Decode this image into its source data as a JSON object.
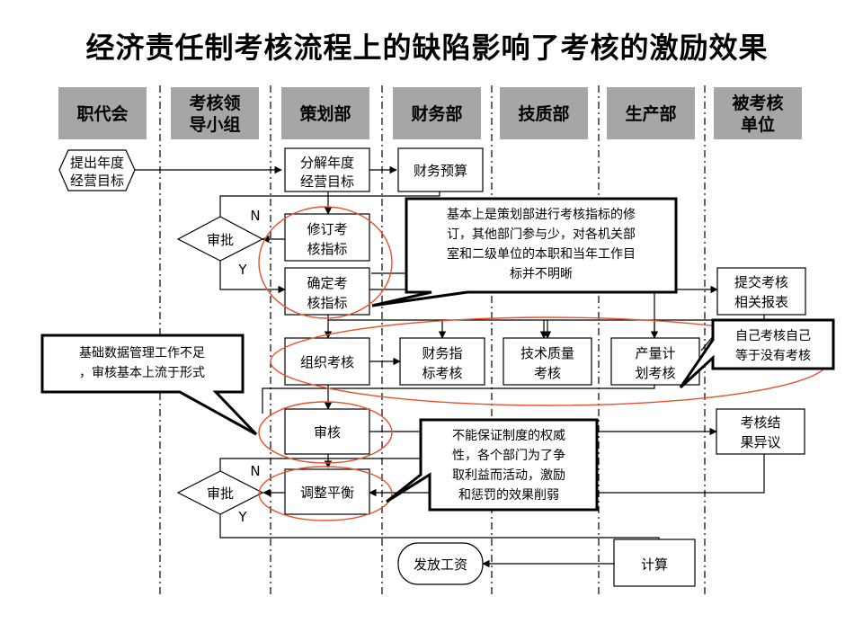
{
  "title": "经济责任制考核流程上的缺陷影响了考核的激励效果",
  "columns": [
    {
      "line1": "职代会",
      "line2": ""
    },
    {
      "line1": "考核领",
      "line2": "导小组"
    },
    {
      "line1": "策划部",
      "line2": ""
    },
    {
      "line1": "财务部",
      "line2": ""
    },
    {
      "line1": "技质部",
      "line2": ""
    },
    {
      "line1": "生产部",
      "line2": ""
    },
    {
      "line1": "被考核",
      "line2": "单位"
    }
  ],
  "nodes": {
    "propose": [
      "提出年度",
      "经营目标"
    ],
    "decompose": [
      "分解年度",
      "经营目标"
    ],
    "budget": [
      "财务预算"
    ],
    "revise": [
      "修订考",
      "核指标"
    ],
    "confirm": [
      "确定考",
      "核指标"
    ],
    "approve1": [
      "审批"
    ],
    "submit": [
      "提交考核",
      "相关报表"
    ],
    "organize": [
      "组织考核"
    ],
    "finance_assess": [
      "财务指",
      "标考核"
    ],
    "tech_assess": [
      "技术质量",
      "考核"
    ],
    "prod_assess": [
      "产量计",
      "划考核"
    ],
    "review": [
      "审核"
    ],
    "objection": [
      "考核结",
      "果异议"
    ],
    "adjust": [
      "调整平衡"
    ],
    "approve2": [
      "审批"
    ],
    "pay": [
      "发放工资"
    ],
    "calc": [
      "计算"
    ]
  },
  "decision_labels": {
    "no": "N",
    "yes": "Y"
  },
  "callouts": {
    "c1": [
      "基本上是策划部进行考核指标的修",
      "订，其他部门参与少，对各机关部",
      "室和二级单位的本职和当年工作目",
      "标并不明晰"
    ],
    "c2": [
      "基础数据管理工作不足",
      "，审核基本上流于形式"
    ],
    "c3": [
      "自己考核自己",
      "等于没有考核"
    ],
    "c4": [
      "不能保证制度的权威",
      "性，各个部门为了争",
      "取利益而活动，激励",
      "和惩罚的效果削弱"
    ]
  },
  "colors": {
    "header_fill": "#a6a6a6",
    "oval_stroke": "#e8502a"
  }
}
